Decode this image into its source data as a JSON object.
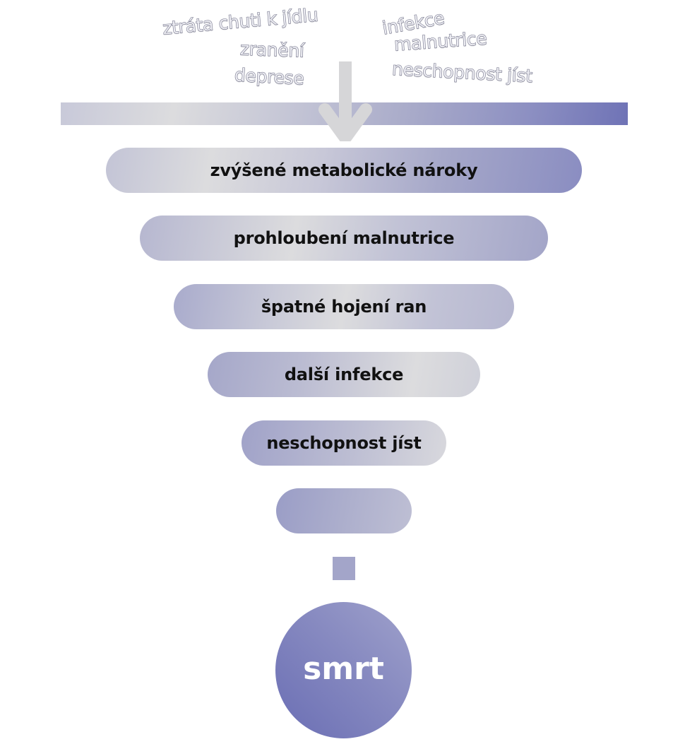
{
  "causes": {
    "left": [
      "ztráta chuti k jídlu",
      "zranění",
      "deprese"
    ],
    "right": [
      "infekce",
      "malnutrice",
      "neschopnost jíst"
    ]
  },
  "funnel": {
    "steps": [
      "zvýšené metabolické nároky",
      "prohloubení malnutrice",
      "špatné hojení ran",
      "další infekce",
      "neschopnost jíst",
      ""
    ]
  },
  "outcome": {
    "label": "smrt"
  },
  "colors": {
    "accent_dark": "#6f73b6",
    "accent_light": "#dcdcde",
    "arrow": "#d6d6d8",
    "text": "#111111"
  }
}
